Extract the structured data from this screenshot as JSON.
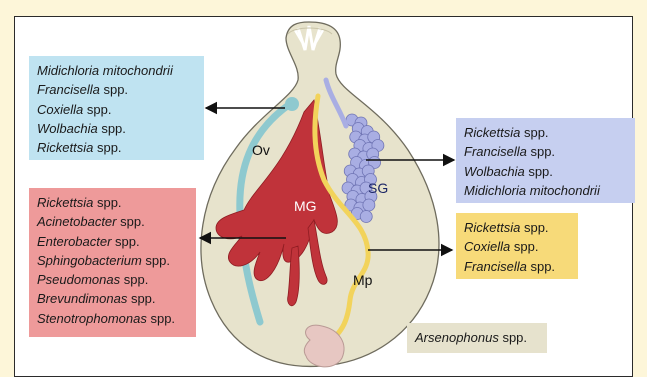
{
  "colors": {
    "page_bg": "#fdf6d9",
    "frame_bg": "#ffffff",
    "body_fill": "#e7e3cc",
    "body_stroke": "#6f6c5e",
    "ovary": "#8ec9cf",
    "midgut": "#c0333a",
    "salivary_gland": "#a9aee3",
    "malpighian": "#f2d35b",
    "anus": "#e7c7c2",
    "box_blue_light": "#bfe3f1",
    "box_periwinkle": "#c6cff0",
    "box_red": "#ee9a9a",
    "box_yellow": "#f7da79",
    "box_tan": "#e6e2cd"
  },
  "labels": {
    "ovary": "Ov",
    "midgut": "MG",
    "salivary_gland": "SG",
    "malpighian": "Mp"
  },
  "boxes": {
    "ovary": [
      {
        "italic": "Midichloria mitochondrii",
        "plain": ""
      },
      {
        "italic": "Francisella",
        "plain": " spp."
      },
      {
        "italic": "Coxiella",
        "plain": " spp."
      },
      {
        "italic": "Wolbachia",
        "plain": " spp."
      },
      {
        "italic": "Rickettsia",
        "plain": " spp."
      }
    ],
    "salivary_gland": [
      {
        "italic": "Rickettsia",
        "plain": " spp."
      },
      {
        "italic": "Francisella",
        "plain": " spp."
      },
      {
        "italic": "Wolbachia",
        "plain": " spp."
      },
      {
        "italic": "Midichloria mitochondrii",
        "plain": ""
      }
    ],
    "midgut": [
      {
        "italic": "Rickettsia",
        "plain": " spp."
      },
      {
        "italic": "Acinetobacter",
        "plain": " spp."
      },
      {
        "italic": "Enterobacter",
        "plain": " spp."
      },
      {
        "italic": "Sphingobacterium",
        "plain": " spp."
      },
      {
        "italic": "Pseudomonas",
        "plain": " spp."
      },
      {
        "italic": "Brevundimonas",
        "plain": " spp."
      },
      {
        "italic": "Stenotrophomonas",
        "plain": " spp."
      }
    ],
    "malpighian": [
      {
        "italic": "Rickettsia",
        "plain": " spp."
      },
      {
        "italic": "Coxiella",
        "plain": " spp."
      },
      {
        "italic": "Francisella",
        "plain": " spp."
      }
    ],
    "other": [
      {
        "italic": "Arsenophonus",
        "plain": " spp."
      }
    ]
  }
}
